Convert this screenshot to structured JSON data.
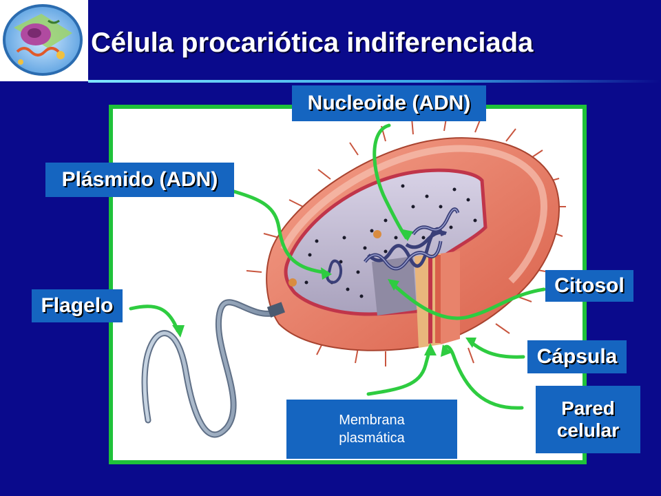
{
  "slide": {
    "title": "Célula procariótica indiferenciada"
  },
  "labels": {
    "nucleoide": "Nucleoide (ADN)",
    "plasmido": "Plásmido (ADN)",
    "flagelo": "Flagelo",
    "citosol": "Citosol",
    "capsula": "Cápsula",
    "pared_line1": "Pared",
    "pared_line2": "celular",
    "membrana_line1": "Membrana",
    "membrana_line2": "plasmática"
  },
  "colors": {
    "background": "#0a0a8c",
    "panel_border": "#1fc23a",
    "arrow": "#2ecc40",
    "label_box": "#1565c0",
    "capsule": "#e8836b",
    "cytosol": "#c9c4d8"
  }
}
